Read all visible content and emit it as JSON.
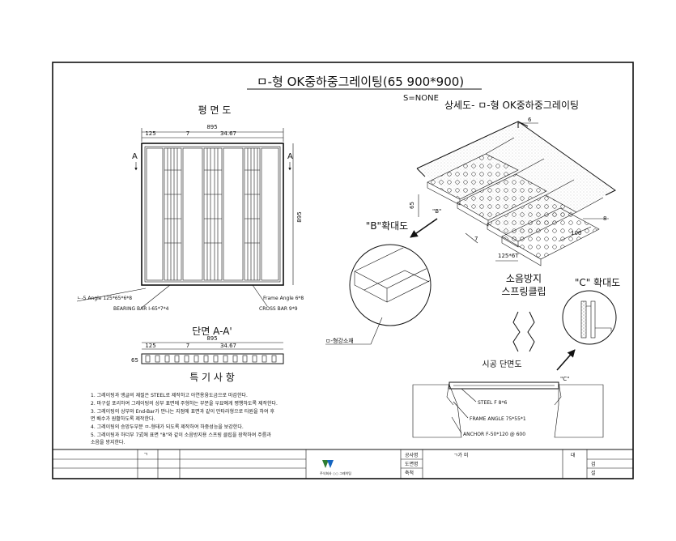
{
  "title": "ㅁ-형 OK중하중그레이팅(65 900*900)",
  "scale": "S=NONE",
  "plan": {
    "title": "평    면    도",
    "dims": {
      "overall": "895",
      "left": "125",
      "mid": "7",
      "right": "34.67",
      "height": "895"
    },
    "section_mark": "A",
    "callouts": {
      "frame": "ㄴ-5 Angle 125*65*6*8",
      "bearing_bar": "BEARING BAR I-65*7*4",
      "cross_bar": "CROSS BAR 9*9",
      "top_right": "Frame Angle 6*8"
    }
  },
  "section": {
    "title": "단면  A-A'",
    "dims": {
      "overall": "895",
      "left": "125",
      "mid": "7",
      "right": "34.67",
      "height": "65"
    }
  },
  "notes": {
    "title": "특  기  사  항",
    "items": [
      "1. 그레이팅과 앵글의 재질은 STEEL로 제작하고 아연용융도금으로 마감한다.",
      "2. 마구설 포리하여 그레이팅의 상부 표면에 주형하는 부분을 우묘예게 평행하도록 제작한다.",
      "3. 그레이팅의 상부와 End-Bar가 만나는 지점에 표면과 같이 만타라형으로 타원을 하여 후",
      "   면 배수가 원활하도록 제작한다.",
      "4. 그레이팅의 승망두부분 ㅁ-형태가 되도록 제작하여 하중성능을 보강한다.",
      "5. 그레이팅과 하더부 7式에 표면 \"B\"와 같이 소음방지용 스프링 클립을 장착하여 주름과",
      "   소음을 방지한다."
    ]
  },
  "iso": {
    "title": "상세도- ㅁ-형 OK중하중그레이팅",
    "dims": {
      "top": "6",
      "side": "65",
      "pitch": "100",
      "end": "8",
      "gap": "7",
      "bottom": "125*6T"
    },
    "detail_mark": "\"B\""
  },
  "detail_b": {
    "title": "\"B\"확대도",
    "label": "ㅁ-형강소재"
  },
  "clip": {
    "title_line1": "소음방지",
    "title_line2": "스프링클립"
  },
  "detail_c": {
    "title": "\"C\"  확대도"
  },
  "install": {
    "title": "시공 단면도",
    "mark": "\"C\"",
    "labels": {
      "steel": "STEEL F 8*6",
      "frame": "FRAME ANGLE 75*55*1",
      "anchor": "ANCHOR F-50*120 @ 600"
    }
  },
  "titleblock": {
    "row1": "ㄱ",
    "mid_labels": [
      "공사명",
      "도면명",
      "축척"
    ],
    "mid_value": "ㄱ가 미",
    "right_labels": [
      "대",
      "검",
      "설"
    ],
    "logo_caption": "주식회사 ○○ 그레이팅"
  }
}
